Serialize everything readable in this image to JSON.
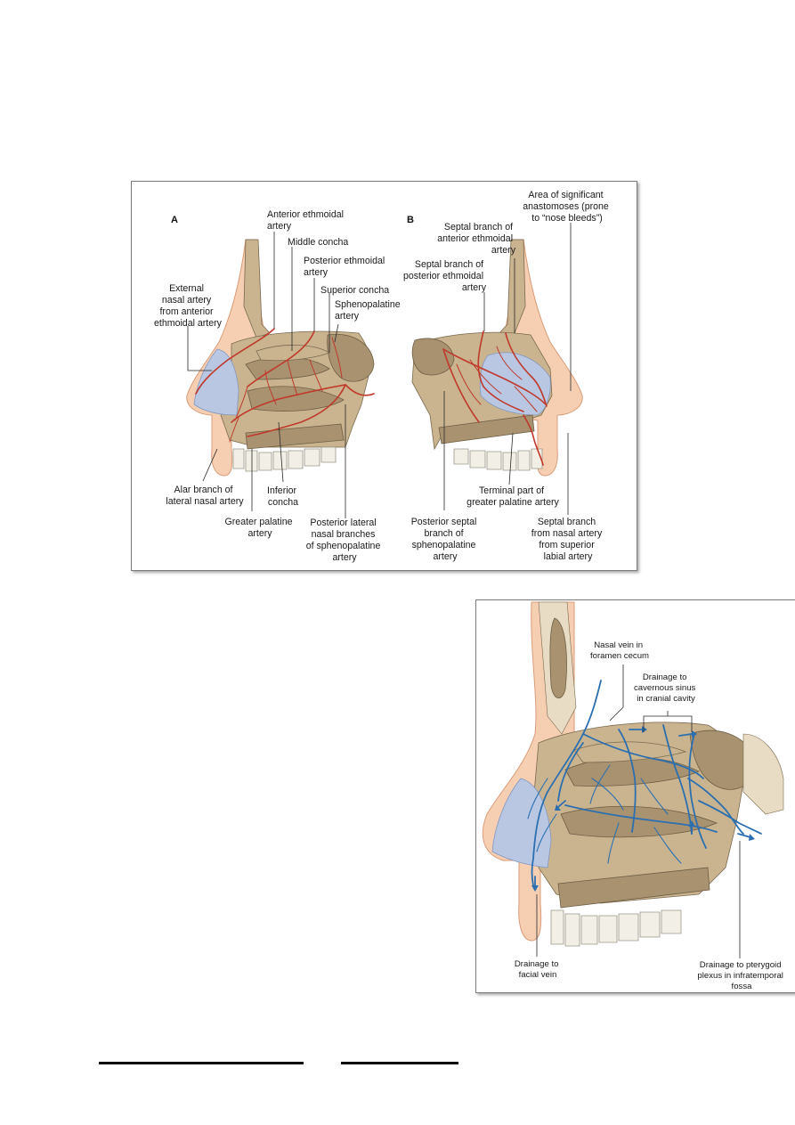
{
  "panel_arteries": {
    "section_a": "A",
    "section_b": "B",
    "labels_a": {
      "anterior_ethmoidal": [
        "Anterior ethmoidal",
        "artery"
      ],
      "middle_concha": [
        "Middle concha"
      ],
      "posterior_ethmoidal": [
        "Posterior ethmoidal",
        "artery"
      ],
      "superior_concha": [
        "Superior concha"
      ],
      "sphenopalatine": [
        "Sphenopalatine",
        "artery"
      ],
      "external_nasal": [
        "External",
        "nasal artery",
        "from anterior",
        "ethmoidal artery"
      ],
      "alar_branch": [
        "Alar branch of",
        "lateral nasal artery"
      ],
      "inferior_concha": [
        "Inferior",
        "concha"
      ],
      "greater_palatine": [
        "Greater palatine",
        "artery"
      ],
      "posterior_lateral": [
        "Posterior lateral",
        "nasal branches",
        "of sphenopalatine",
        "artery"
      ]
    },
    "labels_b": {
      "area_anastomoses": [
        "Area of significant",
        "anastomoses (prone",
        "to “nose bleeds”)"
      ],
      "septal_anterior": [
        "Septal branch of",
        "anterior ethmoidal",
        "artery"
      ],
      "septal_posterior": [
        "Septal branch of",
        "posterior ethmoidal",
        "artery"
      ],
      "terminal_part": [
        "Terminal part of",
        "greater palatine artery"
      ],
      "posterior_septal": [
        "Posterior septal",
        "branch of",
        "sphenopalatine",
        "artery"
      ],
      "septal_nasal": [
        "Septal branch",
        "from nasal artery",
        "from superior",
        "labial artery"
      ]
    }
  },
  "panel_veins": {
    "labels": {
      "nasal_vein": [
        "Nasal vein in",
        "foramen cecum"
      ],
      "drainage_cavernous": [
        "Drainage to",
        "cavernous sinus",
        "in cranial cavity"
      ],
      "drainage_facial": [
        "Drainage to",
        "facial vein"
      ],
      "drainage_pterygoid": [
        "Drainage to pterygoid",
        "plexus in infratemporal",
        "fossa"
      ]
    }
  },
  "colors": {
    "artery": "#c0392b",
    "vein": "#2b6fb0",
    "bone": "#c9b48f",
    "skin": "#f6cfb2",
    "cartilage": "#b9c7e2"
  }
}
